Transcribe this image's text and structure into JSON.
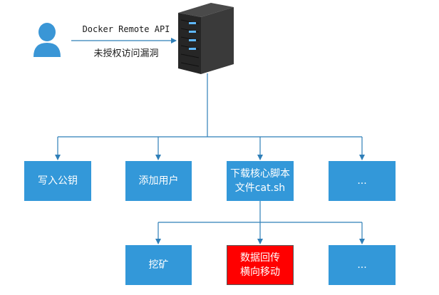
{
  "diagram": {
    "edge_labels": {
      "api": "Docker Remote API",
      "vuln": "未授权访问漏洞"
    },
    "icons": {
      "attacker": "user-icon",
      "target": "server-icon"
    },
    "level1": [
      {
        "id": "write-key",
        "lines": [
          "写入公钥"
        ]
      },
      {
        "id": "add-user",
        "lines": [
          "添加用户"
        ]
      },
      {
        "id": "download-script",
        "lines": [
          "下载核心脚本",
          "文件cat.sh"
        ]
      },
      {
        "id": "more-1",
        "lines": [
          "..."
        ]
      }
    ],
    "level2": [
      {
        "id": "mining",
        "lines": [
          "挖矿"
        ]
      },
      {
        "id": "exfil-lateral",
        "lines": [
          "数据回传",
          "横向移动"
        ],
        "highlight": true
      },
      {
        "id": "more-2",
        "lines": [
          "..."
        ]
      }
    ],
    "colors": {
      "node": "#3398d9",
      "highlight": "#ff0000",
      "connector": "#2f7fb8",
      "user": "#3a96d6"
    }
  }
}
